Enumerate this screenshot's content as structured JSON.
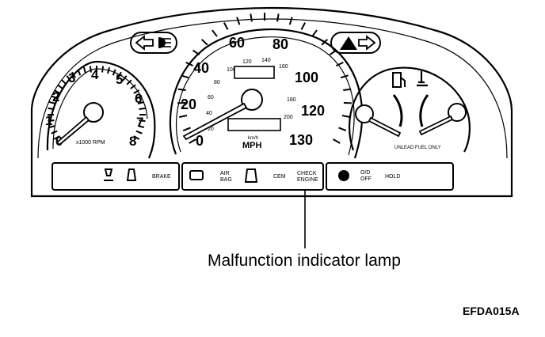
{
  "tachometer": {
    "labels": [
      "0",
      "1",
      "2",
      "3",
      "4",
      "5",
      "6",
      "7",
      "8"
    ],
    "unit": "x1000 RPM"
  },
  "speedometer": {
    "outer_labels": [
      "0",
      "20",
      "40",
      "60",
      "80",
      "100",
      "120",
      "130"
    ],
    "inner_labels": [
      "20",
      "40",
      "60",
      "80",
      "100",
      "120",
      "140",
      "160",
      "180",
      "200"
    ],
    "unit_small": "km/h",
    "unit": "MPH"
  },
  "fuel_gauge": {
    "label": "UNLEAD FUEL ONLY"
  },
  "indicators": {
    "brake": "BRAKE",
    "airbag": "AIR\nBAG",
    "cem": "CEM",
    "check_engine": "CHECK\nENGINE",
    "od_off": "O/D\nOFF",
    "hold": "HOLD"
  },
  "callout": "Malfunction indicator lamp",
  "figure_code": "EFDA015A"
}
